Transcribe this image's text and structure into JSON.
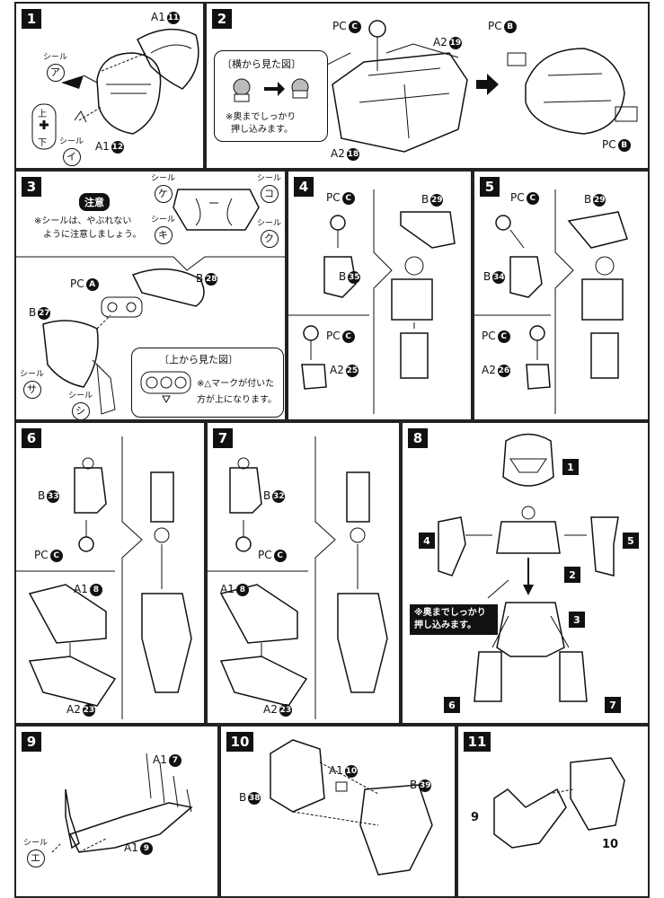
{
  "steps": {
    "s1": {
      "num": "1",
      "labels": {
        "a1_top": "A1",
        "a1_top_n": "11",
        "a1_bot": "A1",
        "a1_bot_n": "12"
      },
      "seals": {
        "a_word": "シール",
        "a": "ア",
        "i_word": "シール",
        "i": "イ",
        "up": "上",
        "down": "下"
      }
    },
    "s2": {
      "num": "2",
      "labels": {
        "pc_c": "PC",
        "pc_c_n": "C",
        "a2_19": "A2",
        "a2_19_n": "19",
        "a2_18": "A2",
        "a2_18_n": "18",
        "pc_b1": "PC",
        "pc_b1_n": "B",
        "pc_b2": "PC",
        "pc_b2_n": "B"
      },
      "bubble": {
        "title": "〔横から見た図〕",
        "line1": "※奥までしっかり",
        "line2": "押し込みます。"
      }
    },
    "s3": {
      "num": "3",
      "caution": "注意",
      "note1": "※シールは、やぶれない",
      "note2": "ように注意しましょう。",
      "seals": {
        "ke": "ケ",
        "ko": "コ",
        "ki": "キ",
        "ku": "ク",
        "sa": "サ",
        "shi": "シ",
        "word": "シール"
      },
      "labels": {
        "pc_a": "PC",
        "pc_a_n": "A",
        "b28": "B",
        "b28_n": "28",
        "b27": "B",
        "b27_n": "27"
      },
      "bubble": {
        "title": "〔上から見た図〕",
        "line1": "※△マークが付いた",
        "line2": "方が上になります。"
      }
    },
    "s4": {
      "num": "4",
      "labels": {
        "pc_c1": "PC",
        "pc_c1_n": "C",
        "b35": "B",
        "b35_n": "35",
        "pc_c2": "PC",
        "pc_c2_n": "C",
        "a2_25": "A2",
        "a2_25_n": "25",
        "b29": "B",
        "b29_n": "29"
      }
    },
    "s5": {
      "num": "5",
      "labels": {
        "pc_c1": "PC",
        "pc_c1_n": "C",
        "b34": "B",
        "b34_n": "34",
        "pc_c2": "PC",
        "pc_c2_n": "C",
        "a2_26": "A2",
        "a2_26_n": "26",
        "b29": "B",
        "b29_n": "29"
      }
    },
    "s6": {
      "num": "6",
      "labels": {
        "b33": "B",
        "b33_n": "33",
        "pc_c": "PC",
        "pc_c_n": "C",
        "a1_8": "A1",
        "a1_8_n": "8",
        "a2_23": "A2",
        "a2_23_n": "23"
      }
    },
    "s7": {
      "num": "7",
      "labels": {
        "b32": "B",
        "b32_n": "32",
        "pc_c": "PC",
        "pc_c_n": "C",
        "a1_8": "A1",
        "a1_8_n": "8",
        "a2_23": "A2",
        "a2_23_n": "23"
      }
    },
    "s8": {
      "num": "8",
      "refs": {
        "r1": "1",
        "r2": "2",
        "r3": "3",
        "r4": "4",
        "r5": "5",
        "r6": "6",
        "r7": "7"
      },
      "note1": "※奥までしっかり",
      "note2": "押し込みます。"
    },
    "s9": {
      "num": "9",
      "labels": {
        "a1_7": "A1",
        "a1_7_n": "7",
        "a1_9": "A1",
        "a1_9_n": "9"
      },
      "seals": {
        "word": "シール",
        "e": "エ"
      }
    },
    "s10": {
      "num": "10",
      "labels": {
        "a1_10": "A1",
        "a1_10_n": "10",
        "b38": "B",
        "b38_n": "38",
        "b39": "B",
        "b39_n": "39"
      }
    },
    "s11": {
      "num": "11",
      "refs": {
        "r9": "9",
        "r10": "10"
      }
    }
  },
  "icons": [
    "part-sketch-icon",
    "arrow-icon",
    "seal-circle-icon"
  ]
}
